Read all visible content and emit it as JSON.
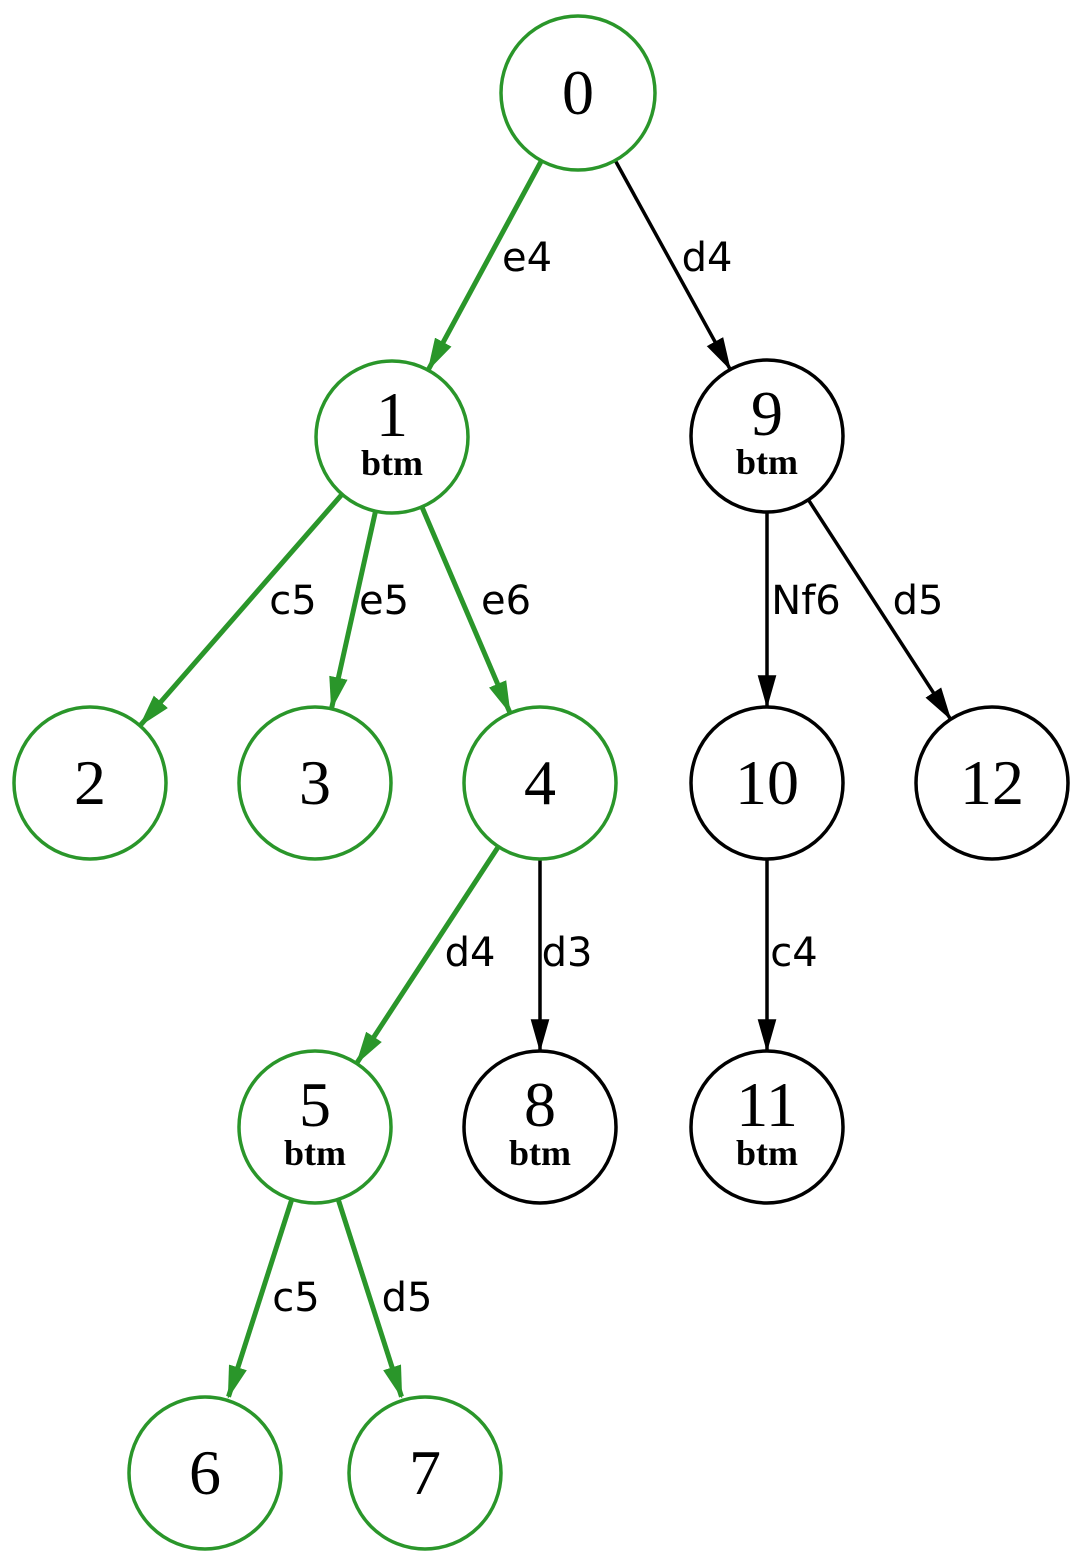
{
  "diagram": {
    "kind": "chess-game-tree",
    "background": "#ffffff",
    "colors": {
      "highlight_green": "#2a962a",
      "default_black": "#000000",
      "node_fill": "#ffffff",
      "text": "#000000"
    },
    "nodes": [
      {
        "id": "0",
        "label": "0",
        "sublabel": "",
        "color": "#2a962a"
      },
      {
        "id": "1",
        "label": "1",
        "sublabel": "btm",
        "color": "#2a962a"
      },
      {
        "id": "2",
        "label": "2",
        "sublabel": "",
        "color": "#2a962a"
      },
      {
        "id": "3",
        "label": "3",
        "sublabel": "",
        "color": "#2a962a"
      },
      {
        "id": "4",
        "label": "4",
        "sublabel": "",
        "color": "#2a962a"
      },
      {
        "id": "5",
        "label": "5",
        "sublabel": "btm",
        "color": "#2a962a"
      },
      {
        "id": "6",
        "label": "6",
        "sublabel": "",
        "color": "#2a962a"
      },
      {
        "id": "7",
        "label": "7",
        "sublabel": "",
        "color": "#2a962a"
      },
      {
        "id": "8",
        "label": "8",
        "sublabel": "btm",
        "color": "#000000"
      },
      {
        "id": "9",
        "label": "9",
        "sublabel": "btm",
        "color": "#000000"
      },
      {
        "id": "10",
        "label": "10",
        "sublabel": "",
        "color": "#000000"
      },
      {
        "id": "11",
        "label": "11",
        "sublabel": "btm",
        "color": "#000000"
      },
      {
        "id": "12",
        "label": "12",
        "sublabel": "",
        "color": "#000000"
      }
    ],
    "edges": [
      {
        "from": "0",
        "to": "1",
        "label": "e4",
        "color": "#2a962a"
      },
      {
        "from": "0",
        "to": "9",
        "label": "d4",
        "color": "#000000"
      },
      {
        "from": "1",
        "to": "2",
        "label": "c5",
        "color": "#2a962a"
      },
      {
        "from": "1",
        "to": "3",
        "label": "e5",
        "color": "#2a962a"
      },
      {
        "from": "1",
        "to": "4",
        "label": "e6",
        "color": "#2a962a"
      },
      {
        "from": "9",
        "to": "10",
        "label": "Nf6",
        "color": "#000000"
      },
      {
        "from": "9",
        "to": "12",
        "label": "d5",
        "color": "#000000"
      },
      {
        "from": "4",
        "to": "5",
        "label": "d4",
        "color": "#2a962a"
      },
      {
        "from": "4",
        "to": "8",
        "label": "d3",
        "color": "#000000"
      },
      {
        "from": "10",
        "to": "11",
        "label": "c4",
        "color": "#000000"
      },
      {
        "from": "5",
        "to": "6",
        "label": "c5",
        "color": "#2a962a"
      },
      {
        "from": "5",
        "to": "7",
        "label": "d5",
        "color": "#2a962a"
      }
    ]
  }
}
